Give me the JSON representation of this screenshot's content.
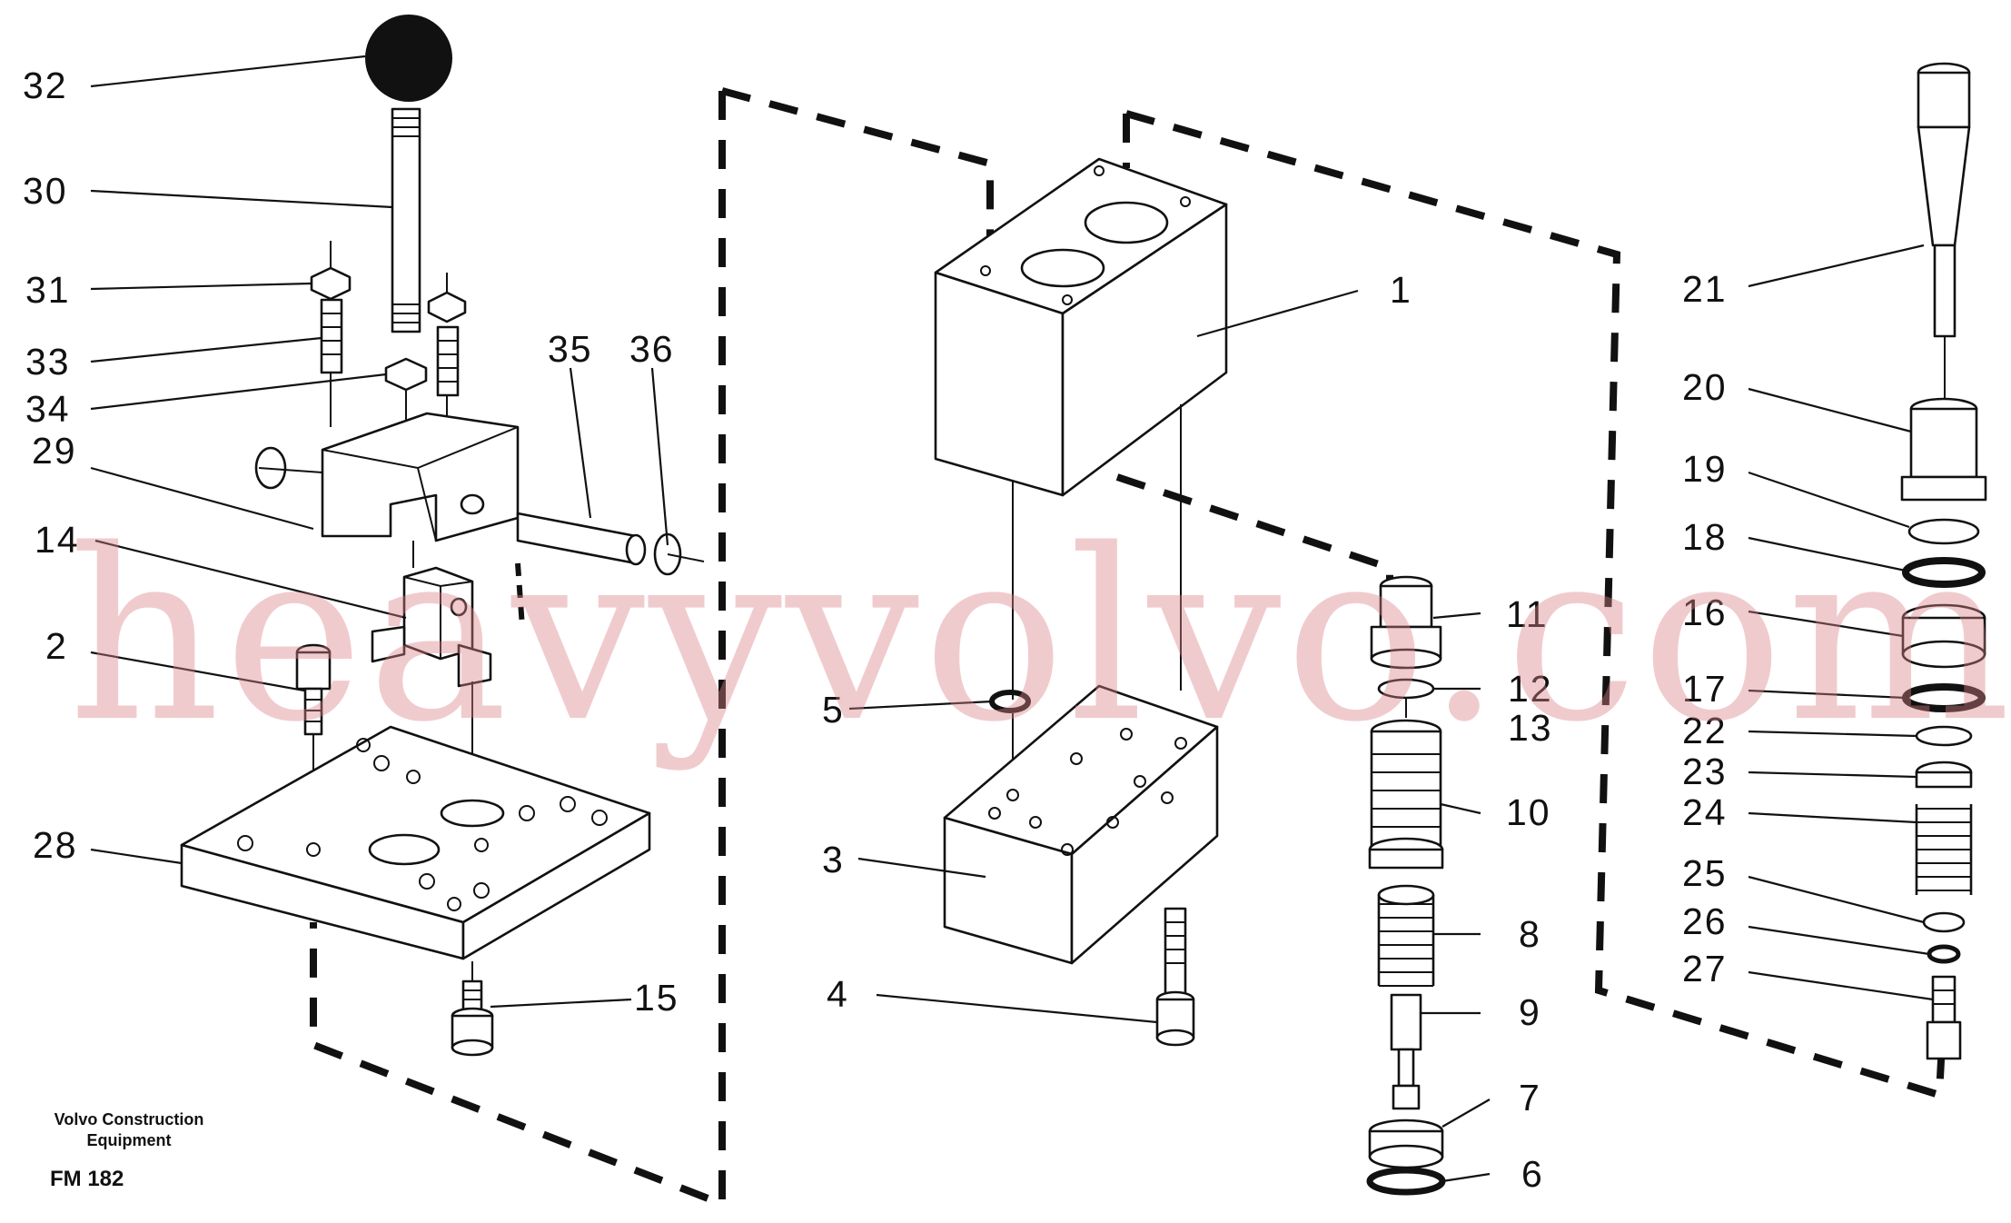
{
  "diagram": {
    "callouts": {
      "c32": "32",
      "c30": "30",
      "c31": "31",
      "c33": "33",
      "c34": "34",
      "c29": "29",
      "c35": "35",
      "c36": "36",
      "c14": "14",
      "c2": "2",
      "c28": "28",
      "c15": "15",
      "c1": "1",
      "c5": "5",
      "c3": "3",
      "c4": "4",
      "c11": "11",
      "c12": "12",
      "c13": "13",
      "c10": "10",
      "c8": "8",
      "c9": "9",
      "c7": "7",
      "c6": "6",
      "c21": "21",
      "c20": "20",
      "c19": "19",
      "c18": "18",
      "c16": "16",
      "c17": "17",
      "c22": "22",
      "c23": "23",
      "c24": "24",
      "c25": "25",
      "c26": "26",
      "c27": "27"
    }
  },
  "footer": {
    "company_line1": "Volvo Construction",
    "company_line2": "Equipment",
    "figure_code": "FM 182"
  },
  "watermark": {
    "text": "heavyvolvo.com",
    "color": "#dc8287"
  }
}
